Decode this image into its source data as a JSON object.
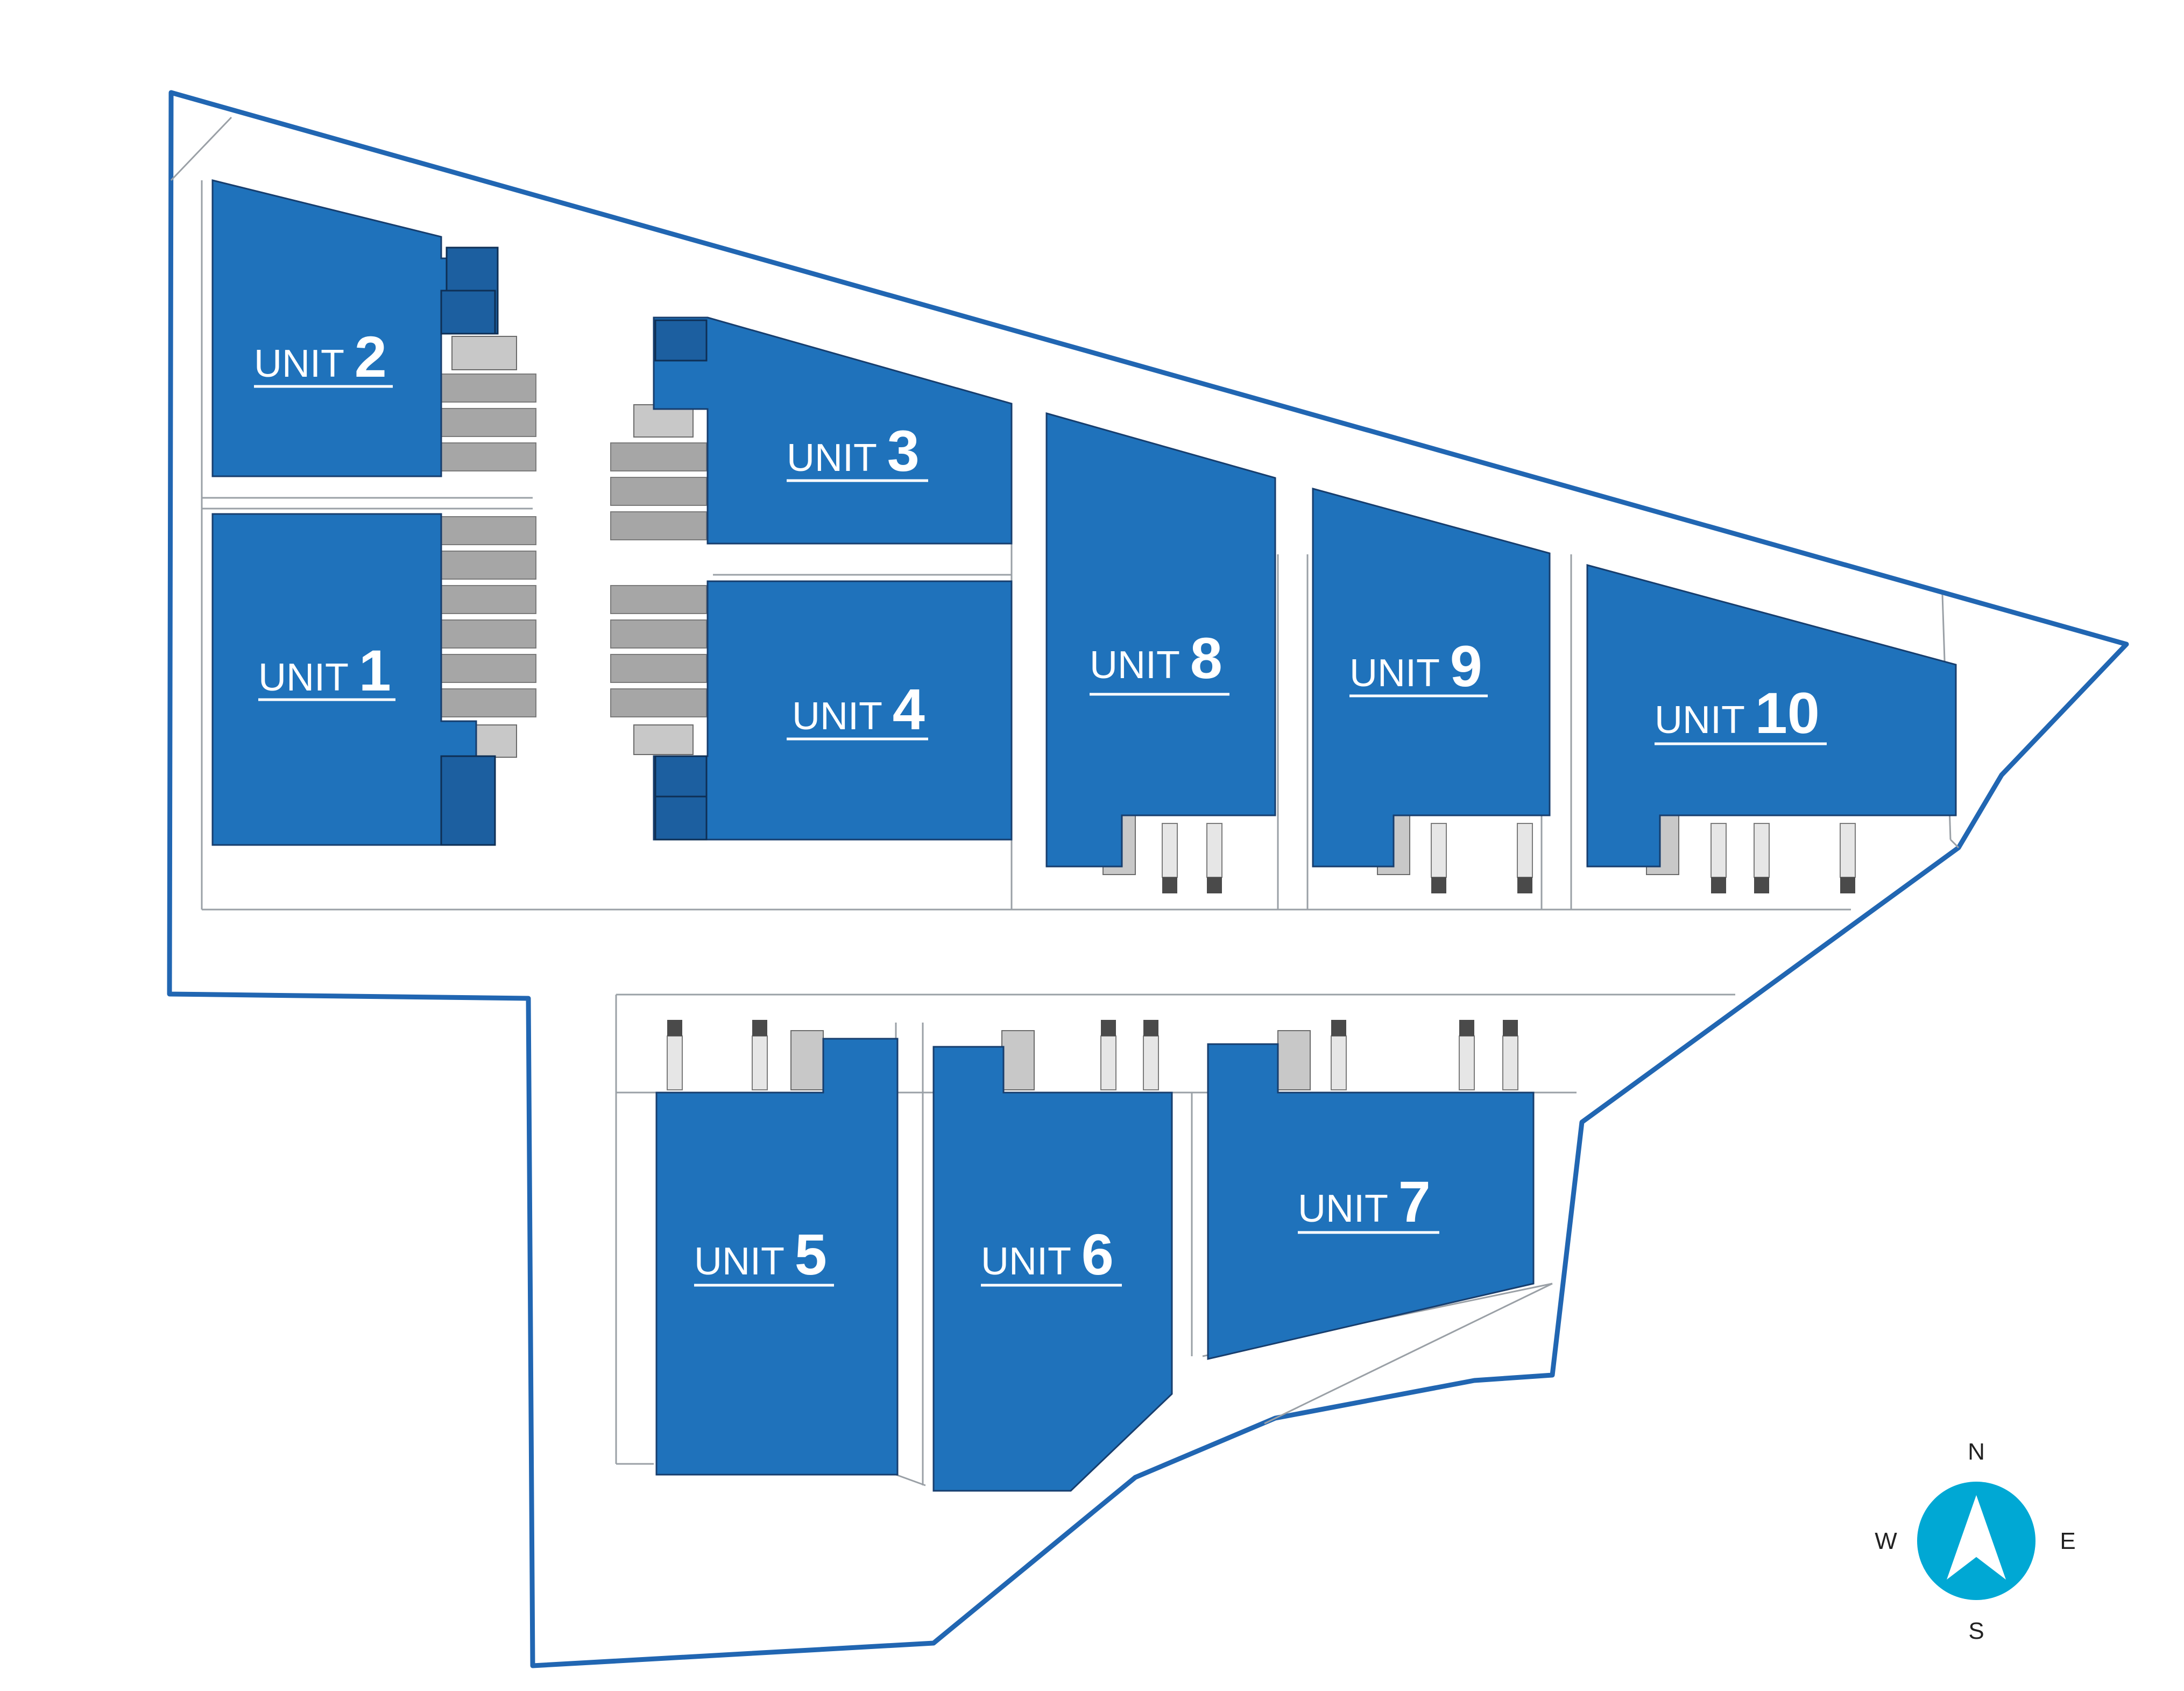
{
  "colors": {
    "boundary": "#2166b2",
    "unit_fill": "#1f72bb",
    "label_text": "#ffffff",
    "yard_line": "#9aa0a6",
    "dock_grey": "#a6a6a6",
    "compass": "#00a8d4"
  },
  "units": [
    {
      "id": "unit-1",
      "prefix": "UNIT",
      "number": "1"
    },
    {
      "id": "unit-2",
      "prefix": "UNIT",
      "number": "2"
    },
    {
      "id": "unit-3",
      "prefix": "UNIT",
      "number": "3"
    },
    {
      "id": "unit-4",
      "prefix": "UNIT",
      "number": "4"
    },
    {
      "id": "unit-5",
      "prefix": "UNIT",
      "number": "5"
    },
    {
      "id": "unit-6",
      "prefix": "UNIT",
      "number": "6"
    },
    {
      "id": "unit-7",
      "prefix": "UNIT",
      "number": "7"
    },
    {
      "id": "unit-8",
      "prefix": "UNIT",
      "number": "8"
    },
    {
      "id": "unit-9",
      "prefix": "UNIT",
      "number": "9"
    },
    {
      "id": "unit-10",
      "prefix": "UNIT",
      "number": "10"
    }
  ],
  "compass": {
    "north": "N",
    "south": "S",
    "east": "E",
    "west": "W",
    "icon": "north-arrow-icon"
  }
}
